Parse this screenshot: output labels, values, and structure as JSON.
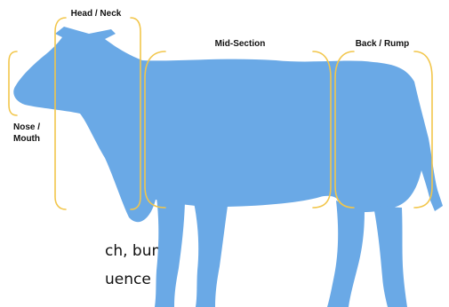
{
  "regions": {
    "head_neck": "Head / Neck",
    "mid_section": "Mid-Section",
    "back_rump": "Back / Rump",
    "nose_mouth_line1": "Nose /",
    "nose_mouth_line2": "Mouth"
  },
  "background_text": {
    "line1": "ch, bump,",
    "line2": "uence"
  },
  "colors": {
    "cow_fill": "#6aa9e6",
    "bracket_stroke": "#f2c64b",
    "label_text": "#111111"
  }
}
